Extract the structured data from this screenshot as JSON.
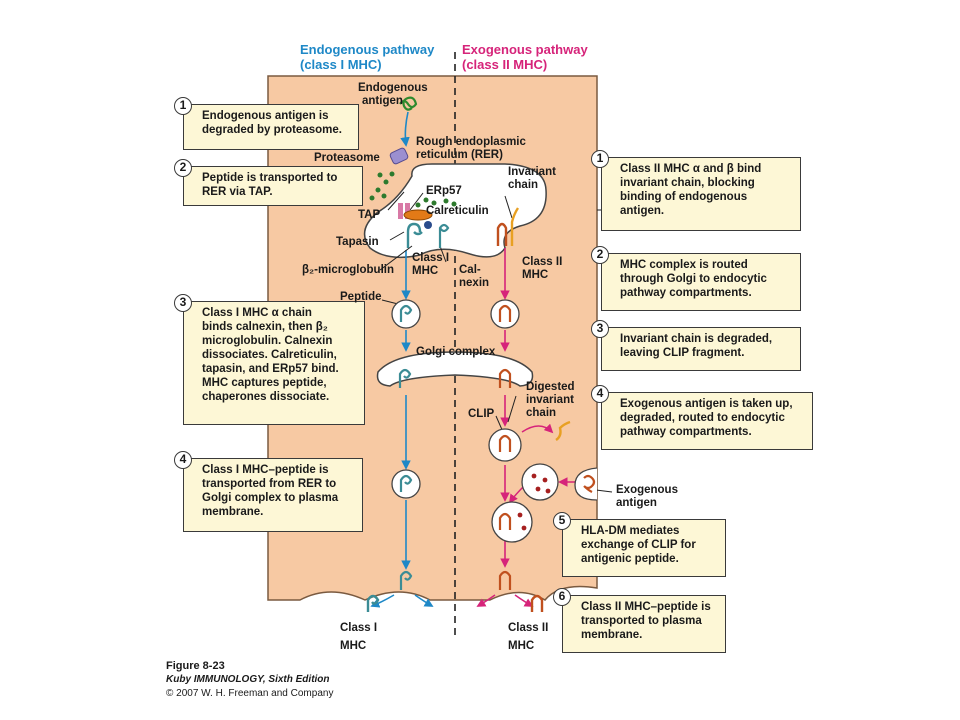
{
  "colors": {
    "cell": "#f7c9a3",
    "endogenous": "#1e88c7",
    "exogenous": "#d6247a",
    "box": "#fdf7d6"
  },
  "headers": {
    "endogenous": [
      "Endogenous pathway",
      "(class I MHC)"
    ],
    "exogenous": [
      "Exogenous pathway",
      "(class II MHC)"
    ]
  },
  "left_steps": [
    {
      "num": "1",
      "lines": [
        "Endogenous antigen is",
        "degraded by proteasome."
      ]
    },
    {
      "num": "2",
      "lines": [
        "Peptide is transported to",
        "RER via TAP."
      ]
    },
    {
      "num": "3",
      "lines": [
        "Class I MHC α chain",
        "binds calnexin, then β₂",
        "microglobulin. Calnexin",
        "dissociates. Calreticulin,",
        "tapasin, and ERp57 bind.",
        "MHC captures peptide,",
        "chaperones dissociate."
      ]
    },
    {
      "num": "4",
      "lines": [
        "Class I MHC–peptide is",
        "transported from RER to",
        "Golgi complex to plasma",
        "membrane."
      ]
    }
  ],
  "right_steps": [
    {
      "num": "1",
      "lines": [
        "Class II MHC α and β bind",
        "invariant chain, blocking",
        "binding of endogenous",
        "antigen."
      ]
    },
    {
      "num": "2",
      "lines": [
        "MHC complex is routed",
        "through Golgi to endocytic",
        "pathway compartments."
      ]
    },
    {
      "num": "3",
      "lines": [
        "Invariant chain is degraded,",
        "leaving CLIP fragment."
      ]
    },
    {
      "num": "4",
      "lines": [
        "Exogenous antigen is taken up,",
        "degraded, routed to endocytic",
        "pathway compartments."
      ]
    },
    {
      "num": "5",
      "lines": [
        "HLA-DM mediates",
        "exchange of CLIP for",
        "antigenic peptide."
      ]
    },
    {
      "num": "6",
      "lines": [
        "Class II MHC–peptide is",
        "transported to plasma",
        "membrane."
      ]
    }
  ],
  "labels": {
    "endogenous_antigen": [
      "Endogenous",
      "antigen"
    ],
    "proteasome": "Proteasome",
    "rer": [
      "Rough endoplasmic",
      "reticulum (RER)"
    ],
    "invariant_chain": [
      "Invariant",
      "chain"
    ],
    "erp57": "ERp57",
    "calreticulin": "Calreticulin",
    "tap": "TAP",
    "tapasin": "Tapasin",
    "b2_microglobulin": "β₂-microglobulin",
    "class1_mhc_er": [
      "Class I",
      "MHC"
    ],
    "calnexin": [
      "Cal-",
      "nexin"
    ],
    "class2_mhc_er": [
      "Class II",
      "MHC"
    ],
    "peptide": "Peptide",
    "golgi": "Golgi complex",
    "digested_invariant_chain": [
      "Digested",
      "invariant",
      "chain"
    ],
    "clip": "CLIP",
    "exogenous_antigen": [
      "Exogenous",
      "antigen"
    ],
    "class1_mhc_out": [
      "Class I",
      "MHC"
    ],
    "class2_mhc_out": [
      "Class II",
      "MHC"
    ]
  },
  "caption": {
    "figure": "Figure 8-23",
    "book": "Kuby IMMUNOLOGY, Sixth Edition",
    "copyright": "© 2007 W. H. Freeman and Company"
  }
}
